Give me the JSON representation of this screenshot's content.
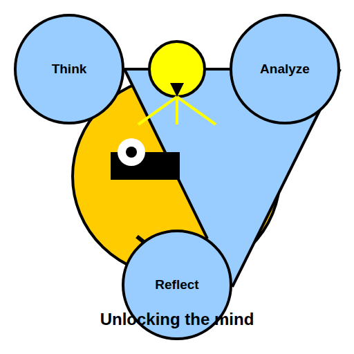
{
  "diagram": {
    "title": "Unlocking the mind",
    "nodes": [
      {
        "text": [
          "Think"
        ]
      },
      {
        "text": [
          "Analyze"
        ]
      },
      {
        "text": [
          "Reflect"
        ]
      }
    ],
    "edges": [
      {
        "from": 0,
        "to": 1,
        "arrow": "none"
      },
      {
        "from": 1,
        "to": 2,
        "arrow": "none"
      },
      {
        "from": 0,
        "to": 2,
        "arrow": "none"
      }
    ]
  }
}
